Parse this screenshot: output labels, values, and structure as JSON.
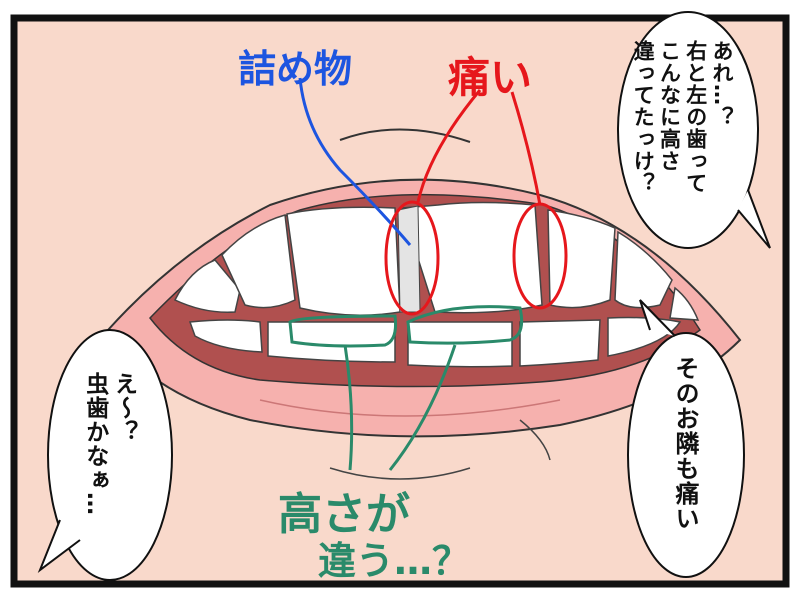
{
  "colors": {
    "border": "#111111",
    "background": "#f9d9cb",
    "gum": "#f6b1ae",
    "tooth": "#ffffff",
    "gap": "#b0504f",
    "blue": "#1d55e0",
    "red": "#e6171c",
    "green": "#2a8a6a"
  },
  "speech": {
    "top_right": [
      "あれ…？",
      "右と左の歯って",
      "こんなに高さ",
      "違ってたっけ？"
    ],
    "bottom_left": [
      "え～？",
      "虫歯かなぁ…"
    ],
    "bottom_right": [
      "そのお隣も痛い"
    ]
  },
  "labels": {
    "filling": "詰め物",
    "pain": "痛い",
    "height_line1": "高さが",
    "height_line2": "違う…？"
  },
  "icons": [
    "mouth-illustration",
    "speech-bubble",
    "circle-marker"
  ]
}
